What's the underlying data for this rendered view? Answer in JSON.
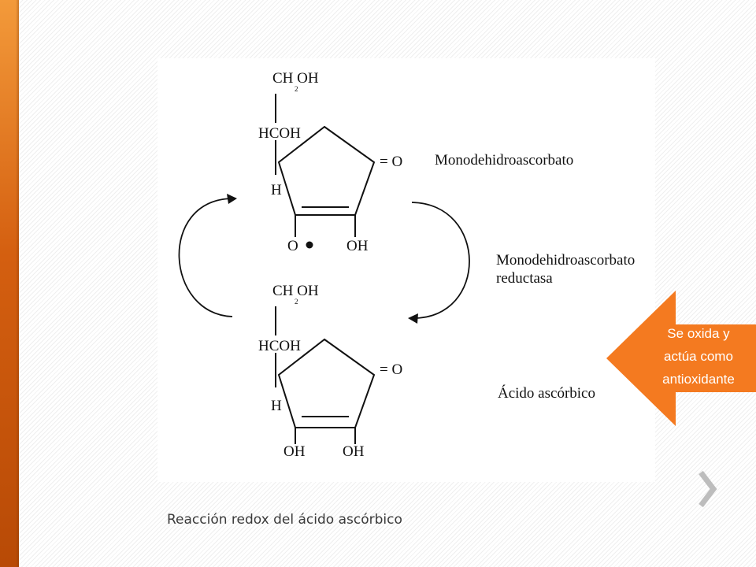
{
  "slide": {
    "caption": "Reacción redox del ácido ascórbico",
    "accent_color": "#e8641a"
  },
  "diagram": {
    "top_molecule": {
      "ch2oh": "CH OH",
      "subscript": "2",
      "hcoh": "HCOH",
      "h": "H",
      "ketone": "= O",
      "left_substituent": "O",
      "right_substituent": "OH",
      "name": "Monodehidroascorbato"
    },
    "enzyme": {
      "line1": "Monodehidroascorbato",
      "line2": "reductasa"
    },
    "bottom_molecule": {
      "ch2oh": "CH OH",
      "subscript": "2",
      "hcoh": "HCOH",
      "h": "H",
      "ketone": "= O",
      "left_substituent": "OH",
      "right_substituent": "OH",
      "name": "Ácido ascórbico"
    }
  },
  "callout": {
    "line1": "Se oxida y",
    "line2": "actúa como",
    "line3": "antioxidante",
    "color": "#f47a20"
  },
  "navigation": {
    "next_icon": "chevron-right-icon"
  }
}
